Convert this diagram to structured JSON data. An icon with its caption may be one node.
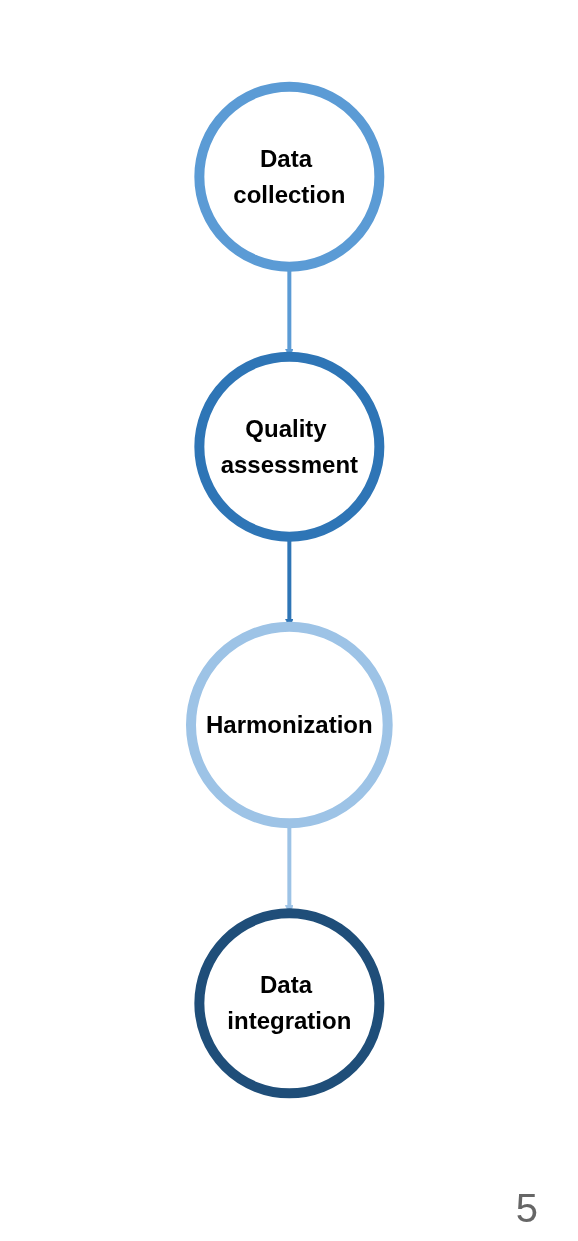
{
  "diagram": {
    "nodes": [
      {
        "text": [
          "Data collection"
        ]
      },
      {
        "text": [
          "Quality assessment"
        ]
      },
      {
        "text": [
          "Harmonization"
        ]
      },
      {
        "text": [
          "Data integration"
        ]
      }
    ],
    "edges": [
      {
        "from": 0,
        "to": 1,
        "arrow": "to"
      },
      {
        "from": 1,
        "to": 2,
        "arrow": "to"
      },
      {
        "from": 2,
        "to": 3,
        "arrow": "to"
      }
    ],
    "labels": [
      "5"
    ]
  }
}
